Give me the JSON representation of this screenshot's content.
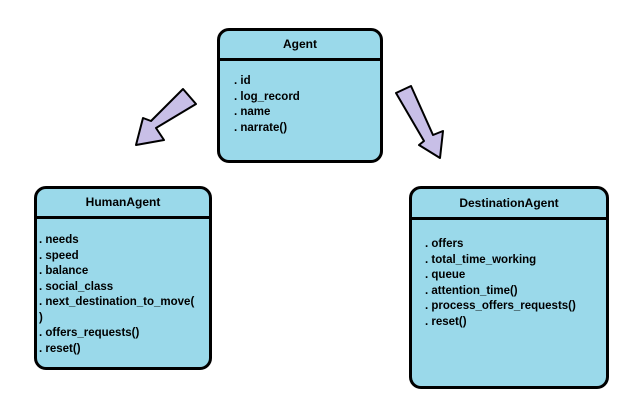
{
  "colors": {
    "box_fill": "#9ad9ea",
    "box_border": "#000000",
    "arrow_fill": "#c8bfe7",
    "arrow_border": "#000000"
  },
  "agent": {
    "title": "Agent",
    "items": [
      "id",
      "log_record",
      "name",
      "narrate()"
    ]
  },
  "human_agent": {
    "title": "HumanAgent",
    "items": [
      "needs",
      "speed",
      "balance",
      "social_class",
      "next_destination_to_move(",
      ")",
      "offers_requests()",
      "reset()"
    ]
  },
  "destination_agent": {
    "title": "DestinationAgent",
    "items": [
      "offers",
      "total_time_working",
      "queue",
      "attention_time()",
      "process_offers_requests()",
      "reset()"
    ]
  }
}
